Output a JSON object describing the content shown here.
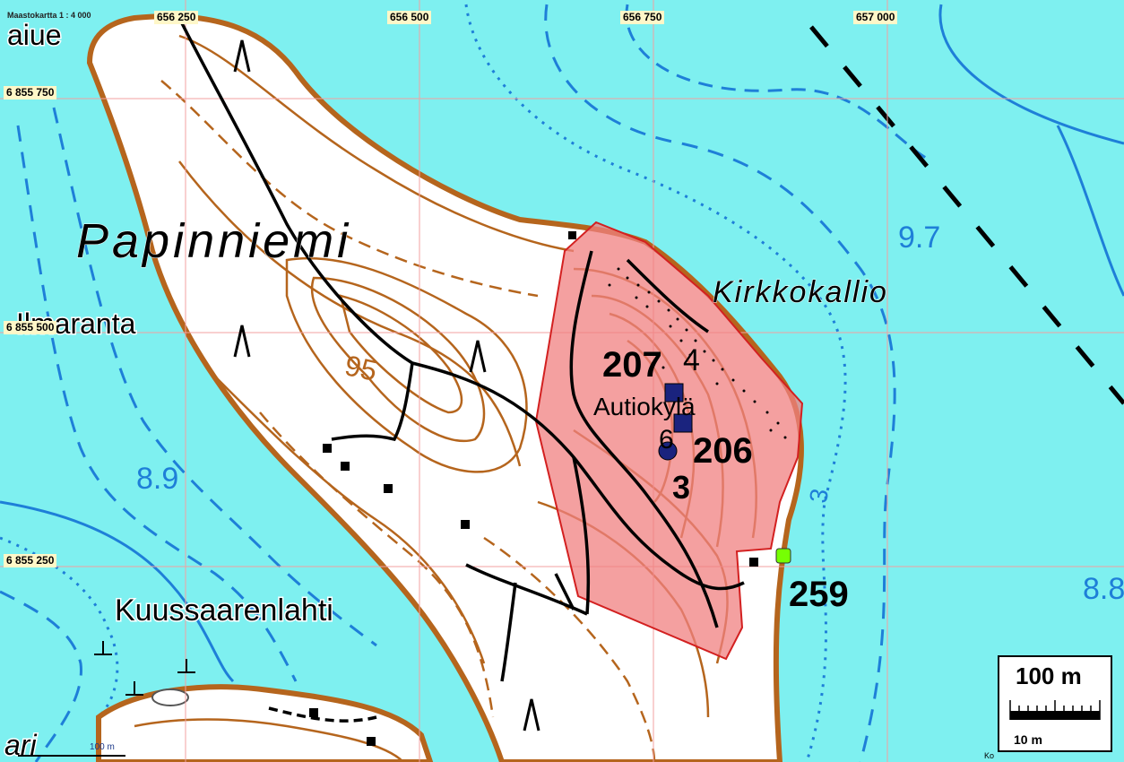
{
  "map_title": "Maastokartta 1 : 4 000",
  "grid_labels": {
    "x": [
      "656 250",
      "656 500",
      "656 750",
      "657 000"
    ],
    "y": [
      "6 855 750",
      "6 855 500",
      "6 855 250"
    ]
  },
  "place_names": {
    "papinniemi": "Papinniemi",
    "kirkkokallio": "Kirkkokallio",
    "kuussaarenlahti": "Kuussaarenlahti",
    "aiue": "aiue",
    "ilmaranta": "Ilmaranta",
    "ari": "ari",
    "autiokyla": "Autiokylä"
  },
  "depths": {
    "d97": "9.7",
    "d89": "8.9",
    "d88": "8.8",
    "d3": "3"
  },
  "elevation": "95",
  "site_numbers": {
    "s207": "207",
    "s206": "206",
    "s259": "259",
    "s3": "3",
    "s6": "6",
    "s4": "4"
  },
  "scale_bar": {
    "big": "100 m",
    "small": "10 m",
    "mini": "100 m"
  },
  "colors": {
    "water": "#7ef0f0",
    "land": "#ffffff",
    "contour": "#b5651d",
    "depth_contour": "#1e7fd8",
    "area_fill": "#f08080",
    "area_stroke": "#d32020",
    "grid": "#f3a0a0",
    "site_marker": "#1a237e",
    "point_marker": "#76ff03"
  },
  "legend_corner_text": "Ko"
}
